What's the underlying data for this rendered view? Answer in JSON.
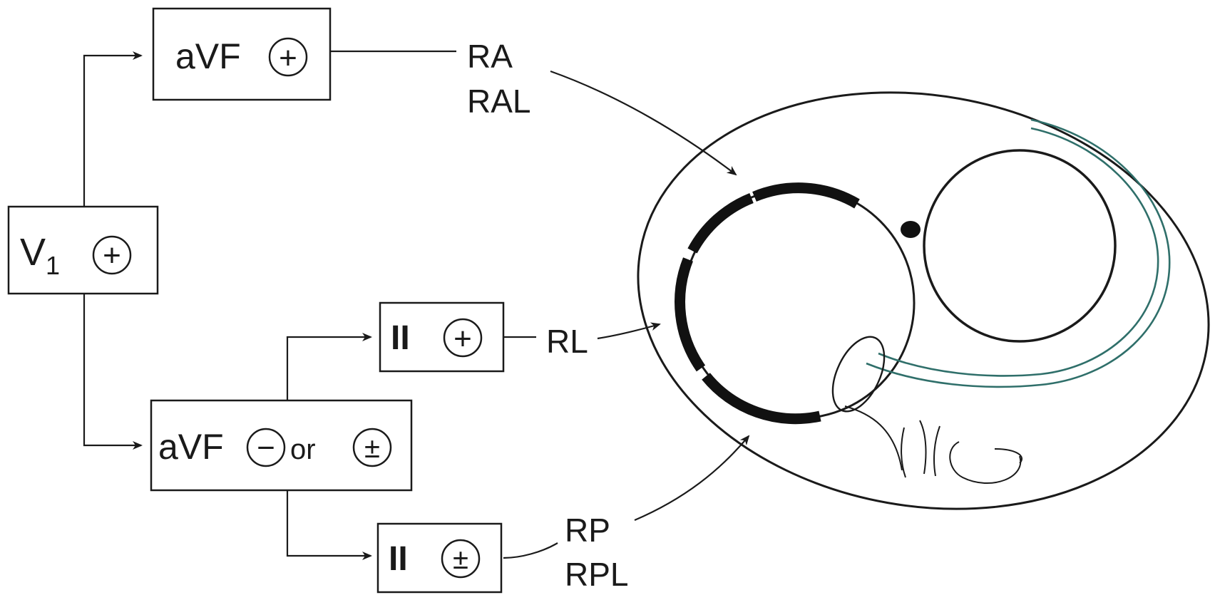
{
  "leads": {
    "v1_label": "V",
    "v1_subscript": "1",
    "v1_sign": "+",
    "avf_top_label": "aVF",
    "avf_top_sign": "+",
    "avf_bottom_label": "aVF",
    "avf_bottom_sign": "−",
    "avf_bottom_or": "or",
    "avf_bottom_sign2": "±",
    "ii_top_label": "II",
    "ii_top_sign": "+",
    "ii_bottom_label": "II",
    "ii_bottom_sign": "±"
  },
  "locations": {
    "ra": "RA",
    "ral": "RAL",
    "rl": "RL",
    "rp": "RP",
    "rpl": "RPL"
  },
  "colors": {
    "ink": "#1a1a1a",
    "accent_lines": "#2f6f6a"
  }
}
